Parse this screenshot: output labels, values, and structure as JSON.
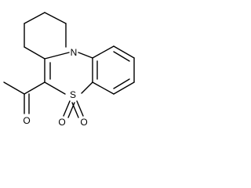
{
  "molecule": {
    "atoms": {
      "ring_nitrogen": "N",
      "ring_sulfur": "S",
      "sulfonyl_oxygen_left": "O",
      "sulfonyl_oxygen_right": "O",
      "carbonyl_oxygen": "O"
    },
    "colors": {
      "bond": "#000000",
      "label": "#000000",
      "background": "#ffffff"
    }
  }
}
